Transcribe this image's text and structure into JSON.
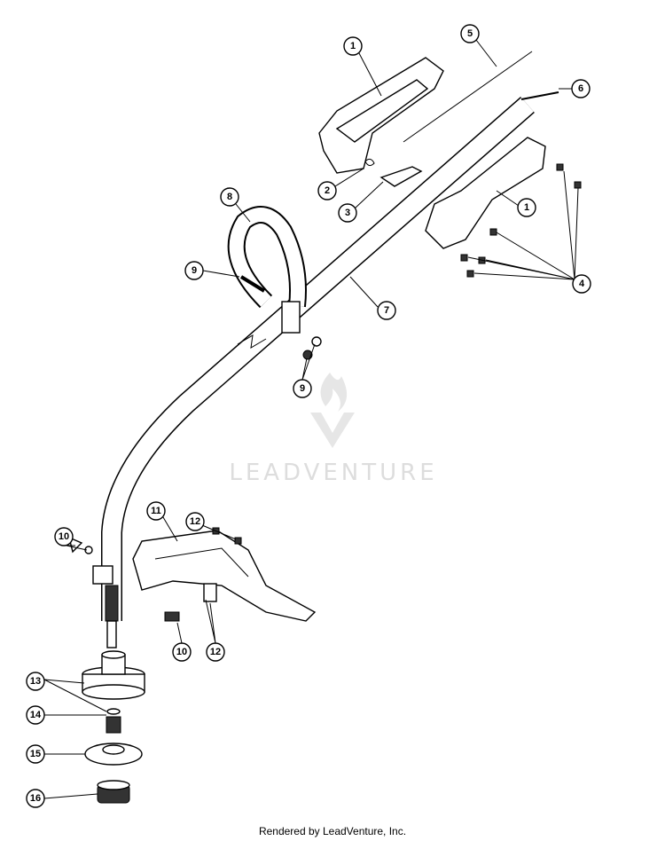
{
  "diagram": {
    "callouts": [
      "1",
      "2",
      "3",
      "4",
      "5",
      "6",
      "1",
      "7",
      "8",
      "9",
      "9",
      "10",
      "11",
      "12",
      "10",
      "12",
      "13",
      "14",
      "15",
      "16"
    ],
    "watermark": "LEADVENTURE"
  },
  "footer": "Rendered by LeadVenture, Inc."
}
